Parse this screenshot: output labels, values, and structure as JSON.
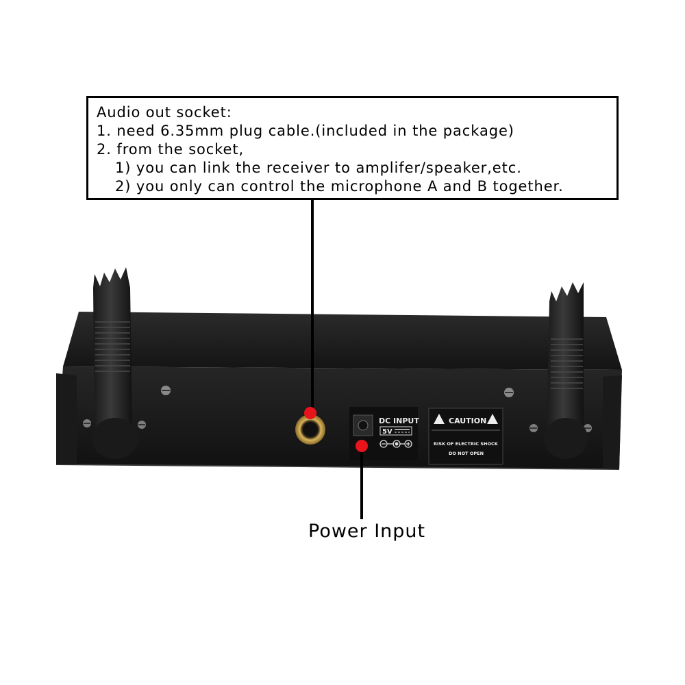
{
  "callout": {
    "lines": [
      "Audio out socket:",
      "1. need 6.35mm plug cable.(included in the package)",
      "2. from the socket,",
      "1) you can link the receiver to amplifer/speaker,etc.",
      "2) you only can control the microphone A and B together."
    ]
  },
  "power_label": "Power Input",
  "panel": {
    "dc_input": "DC INPUT",
    "voltage": "5V",
    "caution": "CAUTION",
    "risk": "RISK OF ELECTRIC SHOCK",
    "do_not_open": "DO NOT OPEN"
  },
  "colors": {
    "marker": "#e8141c",
    "chassis": "#1e1e1e",
    "connector_gold": "#c9a24a"
  }
}
